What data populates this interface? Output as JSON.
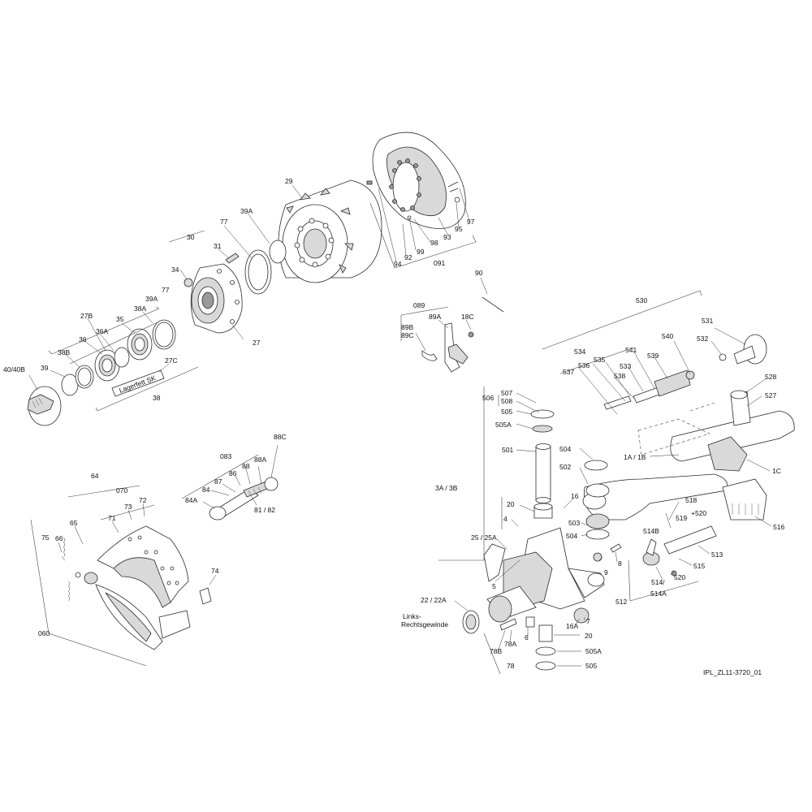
{
  "drawing_id": "IPL_ZL11-3720_01",
  "labels": {
    "p29": "29",
    "p30": "30",
    "p31": "31",
    "p34": "34",
    "p77a": "77",
    "p39A": "39A",
    "p27": "27",
    "p94": "94",
    "p92": "92",
    "p99": "99",
    "p98": "98",
    "p93": "93",
    "p95": "95",
    "p97": "97",
    "p091": "091",
    "p27B": "27B",
    "p36": "36",
    "p36A": "36A",
    "p35": "35",
    "p38A": "38A",
    "p39Ab": "39A",
    "p77b": "77",
    "p38B": "38B",
    "p39": "39",
    "p4040B": "40/40B",
    "p27C": "27C",
    "p38": "38",
    "lagerfett": "Lagerfett SK",
    "p90": "90",
    "p089": "089",
    "p89B": "89B",
    "p89C": "89C",
    "p89A": "89A",
    "p18C": "18C",
    "p530": "530",
    "p531": "531",
    "p532": "532",
    "p534": "534",
    "p535": "535",
    "p536": "536",
    "p537": "537",
    "p538": "538",
    "p533": "533",
    "p541": "541",
    "p539": "539",
    "p540": "540",
    "p528": "528",
    "p527": "527",
    "p506": "506",
    "p507": "507",
    "p508": "508",
    "p505a": "505",
    "p505Aa": "505A",
    "p501": "501",
    "p504a": "504",
    "p502": "502",
    "p1A1B": "1A / 1B",
    "p1C": "1C",
    "p3A3B": "3A / 3B",
    "p20a": "20",
    "p16": "16",
    "p4": "4",
    "p503": "503",
    "p504b": "504",
    "p2525A": "25 / 25A",
    "p5": "5",
    "p9": "9",
    "p8": "8",
    "p518": "518",
    "p519": "519",
    "p520plus": "+520",
    "p514B": "514B",
    "p516": "516",
    "p513": "513",
    "p515": "515",
    "p514": "514/",
    "p514A": "514A",
    "p520": "520",
    "p512": "512",
    "p2222A": "22 / 22A",
    "links": "Links-",
    "rechts": "Rechtsgewinde",
    "p16A": "16A",
    "p7": "7",
    "p6": "6",
    "p20b": "20",
    "p78A": "78A",
    "p78B": "78B",
    "p78": "78",
    "p505Ab": "505A",
    "p505b": "505",
    "p88C": "88C",
    "p083": "083",
    "p88A": "88A",
    "p88": "88",
    "p86": "86",
    "p87": "87",
    "p84": "84",
    "p84A": "84A",
    "p8182": "81 / 82",
    "p64": "64",
    "p070": "070",
    "p72": "72",
    "p73": "73",
    "p71": "71",
    "p65": "65",
    "p66": "66",
    "p75": "75",
    "p74": "74",
    "p060": "060"
  }
}
